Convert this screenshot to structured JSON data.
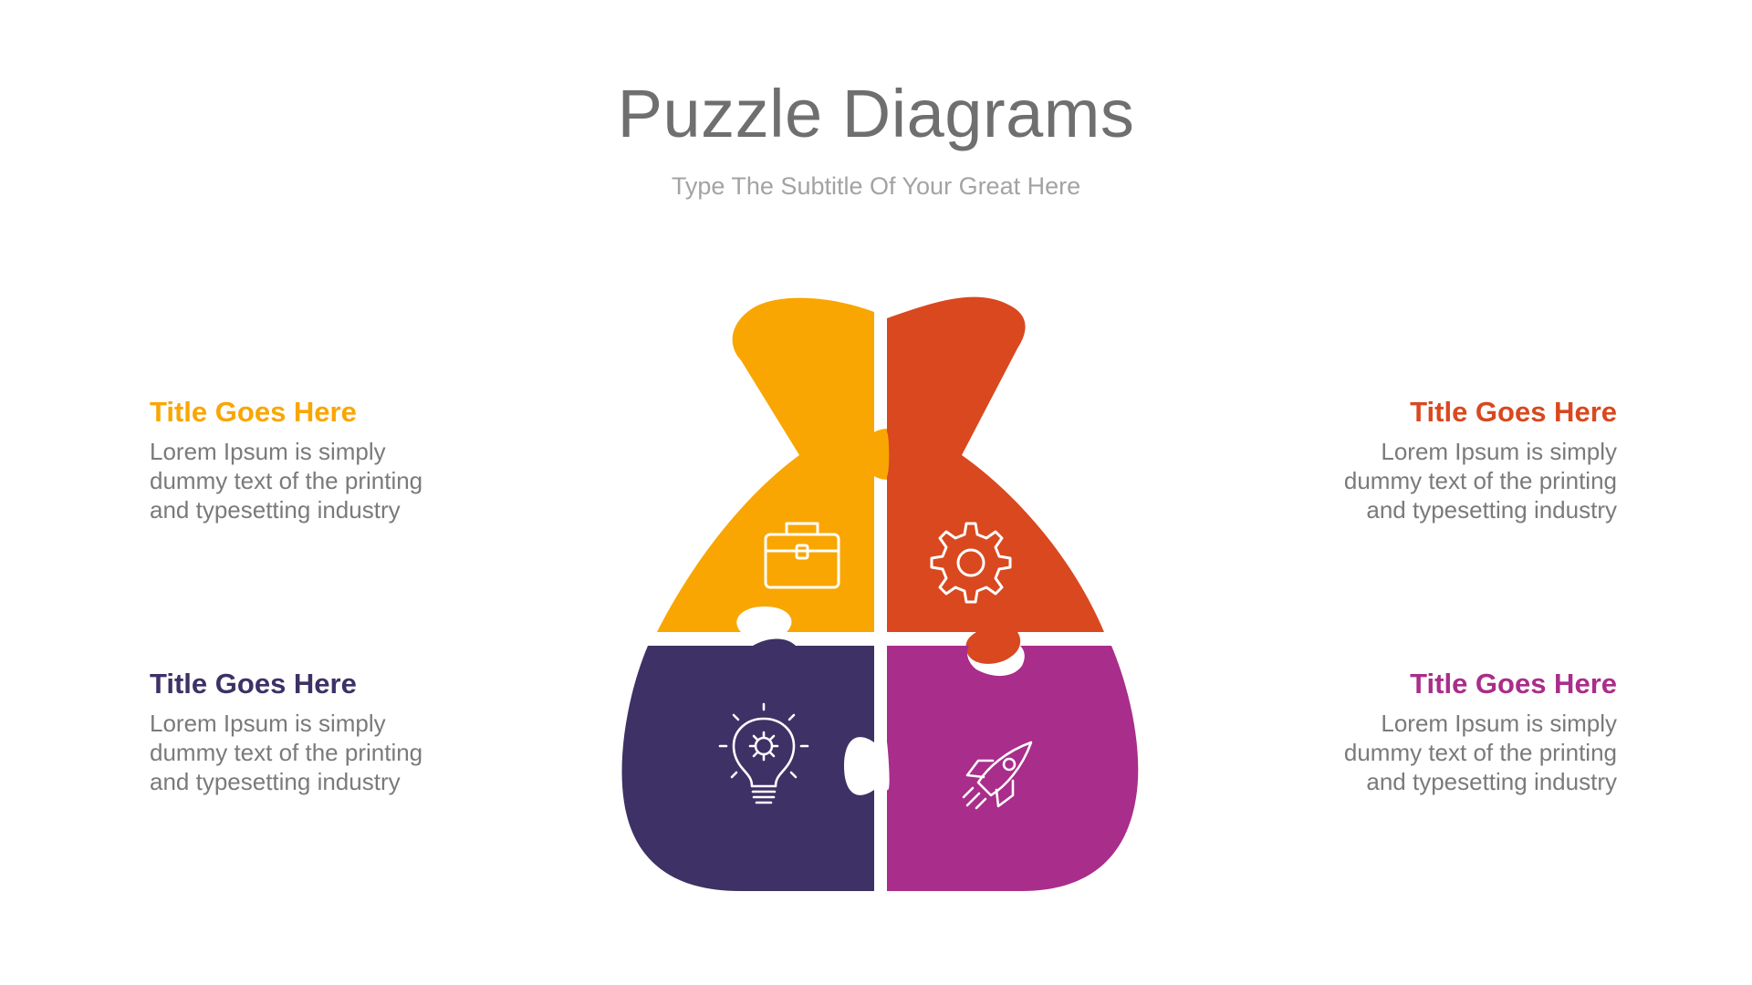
{
  "header": {
    "title": "Puzzle Diagrams",
    "subtitle": "Type The Subtitle Of Your Great Here"
  },
  "items": [
    {
      "title": "Title Goes Here",
      "text": "Lorem Ipsum is simply\ndummy text of the printing\nand typesetting industry",
      "color": "#F9A602",
      "icon": "briefcase-icon"
    },
    {
      "title": "Title Goes Here",
      "text": "Lorem Ipsum is simply\ndummy text of the printing\nand typesetting industry",
      "color": "#D9481F",
      "icon": "gear-icon"
    },
    {
      "title": "Title Goes Here",
      "text": "Lorem Ipsum is simply\ndummy text of the printing\nand typesetting industry",
      "color": "#3D3166",
      "icon": "lightbulb-gear-icon"
    },
    {
      "title": "Title Goes Here",
      "text": "Lorem Ipsum is simply\ndummy text of the printing\nand typesetting industry",
      "color": "#A92D8A",
      "icon": "rocket-icon"
    }
  ]
}
